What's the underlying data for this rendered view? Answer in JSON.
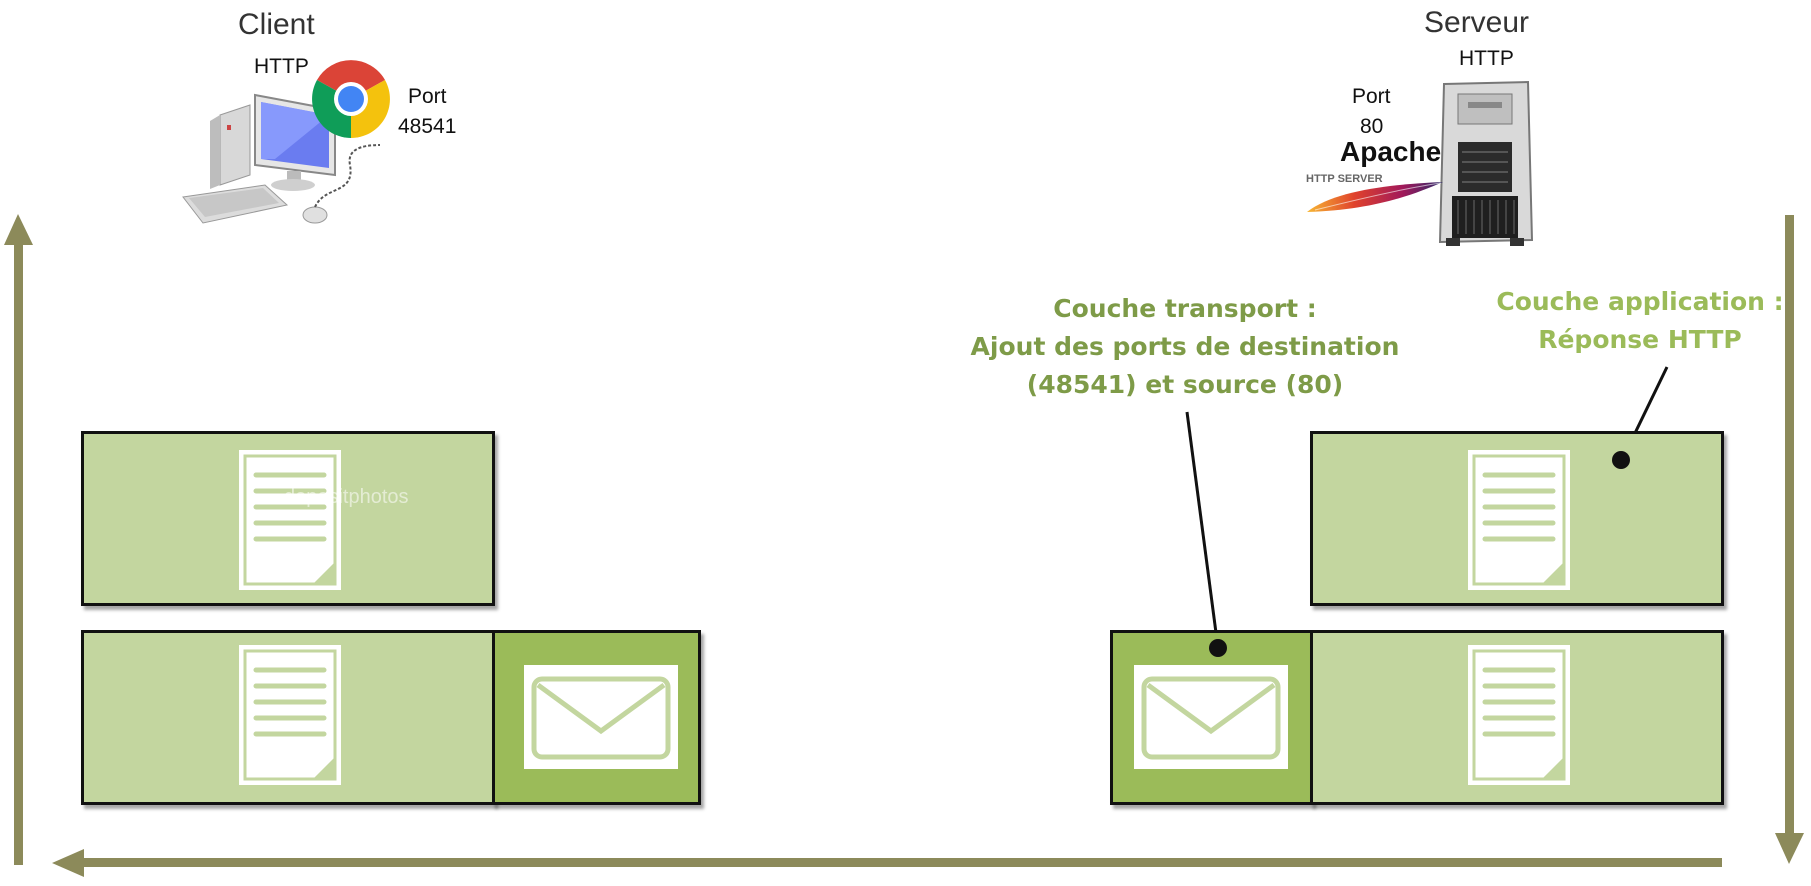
{
  "client": {
    "title": "Client",
    "protocol": "HTTP",
    "port_label": "Port",
    "port_number": "48541"
  },
  "server": {
    "title": "Serveur",
    "protocol": "HTTP",
    "port_label": "Port",
    "port_number": "80",
    "software_logo_text": "Apache",
    "software_logo_subtext": "HTTP SERVER"
  },
  "notes": {
    "transport": {
      "line1": "Couche transport :",
      "line2": "Ajout des ports de destination",
      "line3": "(48541) et source (80)"
    },
    "application": {
      "line1": "Couche application :",
      "line2": "Réponse HTTP"
    }
  },
  "watermark": "depositphotos",
  "colors": {
    "arrow": "#8c8a5a",
    "light_green": "#c3d69f",
    "dark_green": "#9bbb59",
    "note_text": "#7e9b48"
  },
  "icons": {
    "document": "document-icon",
    "envelope": "envelope-icon",
    "computer": "computer-icon",
    "browser": "chrome-icon",
    "server": "server-tower-icon",
    "feather": "apache-feather-icon"
  }
}
